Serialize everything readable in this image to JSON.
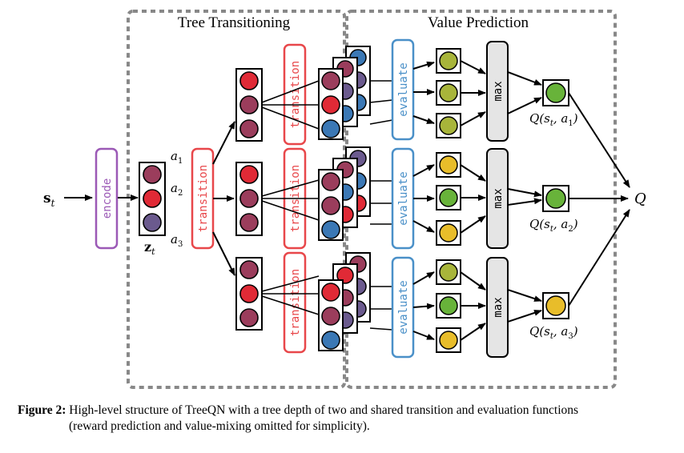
{
  "sections": {
    "tree_title": "Tree Transitioning",
    "value_title": "Value Prediction"
  },
  "labels": {
    "input": "s",
    "input_sub": "t",
    "latent": "z",
    "latent_sub": "t",
    "a1": "a",
    "a1_sub": "1",
    "a2": "a",
    "a2_sub": "2",
    "a3": "a",
    "a3_sub": "3",
    "output": "Q",
    "q1": "Q(s",
    "q1_sub": "t",
    "q1_rest": ", a",
    "q1_idx": "1",
    "q1_close": ")",
    "q2": "Q(s",
    "q2_sub": "t",
    "q2_rest": ", a",
    "q2_idx": "2",
    "q2_close": ")",
    "q3": "Q(s",
    "q3_sub": "t",
    "q3_rest": ", a",
    "q3_idx": "3",
    "q3_close": ")"
  },
  "modules": {
    "encode": "encode",
    "transition": "transition",
    "evaluate": "evaluate",
    "max": "max"
  },
  "caption": {
    "label": "Figure 2:",
    "line1": "High-level structure of TreeQN with a tree depth of two and shared transition and evaluation functions",
    "line2": "(reward prediction and value-mixing omitted for simplicity)."
  },
  "colors": {
    "encode": "#9b59b6",
    "transition": "#e8474a",
    "evaluate": "#4a90c8",
    "max_fill": "#e5e5e5",
    "purple_node": "#6b5a8e",
    "red_node": "#e02a36",
    "maroon_node": "#9b3d5c",
    "blue_node": "#3b78b5",
    "olive_node": "#a8b53a",
    "green_node": "#68b33a",
    "yellow_node": "#e8bd2a",
    "dashed": "#888888"
  }
}
